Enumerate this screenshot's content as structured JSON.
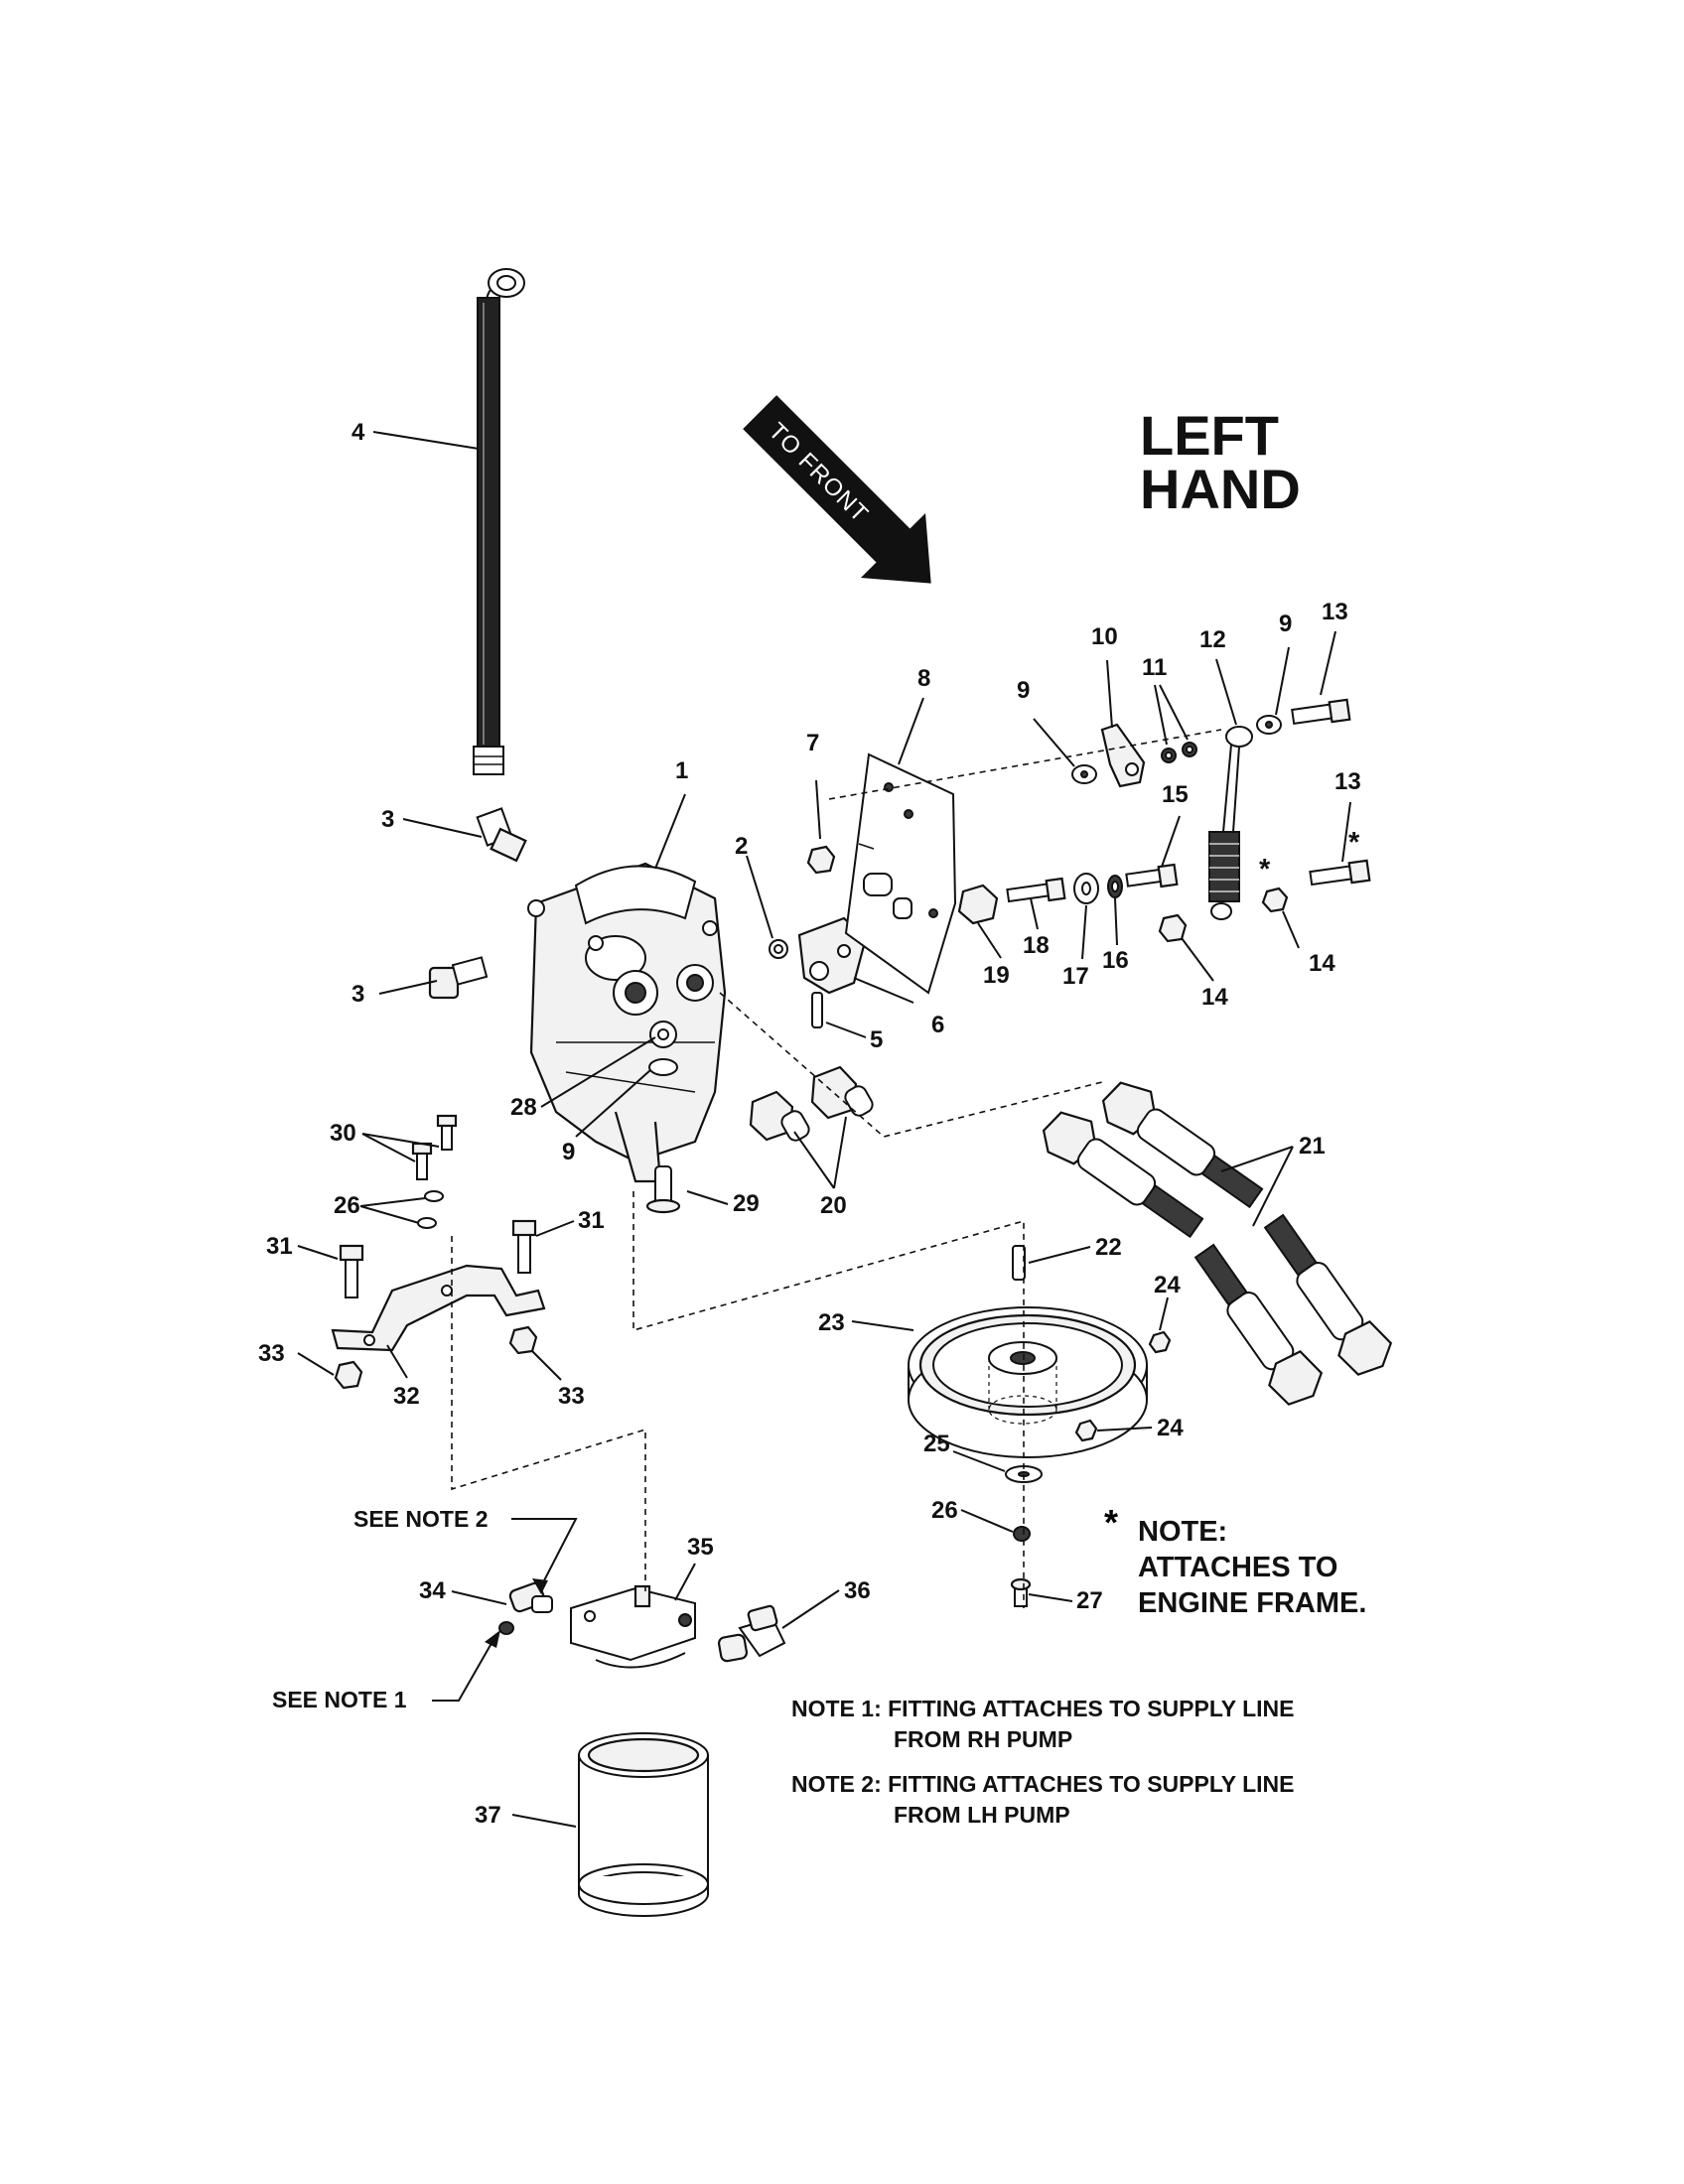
{
  "title": {
    "line1": "LEFT",
    "line2": "HAND"
  },
  "direction_arrow": {
    "label": "TO FRONT"
  },
  "callouts": [
    {
      "id": "c1",
      "text": "1"
    },
    {
      "id": "c2",
      "text": "2"
    },
    {
      "id": "c3a",
      "text": "3"
    },
    {
      "id": "c3b",
      "text": "3"
    },
    {
      "id": "c4",
      "text": "4"
    },
    {
      "id": "c5",
      "text": "5"
    },
    {
      "id": "c6",
      "text": "6"
    },
    {
      "id": "c7",
      "text": "7"
    },
    {
      "id": "c8",
      "text": "8"
    },
    {
      "id": "c9a",
      "text": "9"
    },
    {
      "id": "c9b",
      "text": "9"
    },
    {
      "id": "c9c",
      "text": "9"
    },
    {
      "id": "c10",
      "text": "10"
    },
    {
      "id": "c11",
      "text": "11"
    },
    {
      "id": "c12",
      "text": "12"
    },
    {
      "id": "c13a",
      "text": "13"
    },
    {
      "id": "c13b",
      "text": "13"
    },
    {
      "id": "c14a",
      "text": "14"
    },
    {
      "id": "c14b",
      "text": "14"
    },
    {
      "id": "c15",
      "text": "15"
    },
    {
      "id": "c16",
      "text": "16"
    },
    {
      "id": "c17",
      "text": "17"
    },
    {
      "id": "c18",
      "text": "18"
    },
    {
      "id": "c19",
      "text": "19"
    },
    {
      "id": "c20",
      "text": "20"
    },
    {
      "id": "c21",
      "text": "21"
    },
    {
      "id": "c22",
      "text": "22"
    },
    {
      "id": "c23",
      "text": "23"
    },
    {
      "id": "c24a",
      "text": "24"
    },
    {
      "id": "c24b",
      "text": "24"
    },
    {
      "id": "c25",
      "text": "25"
    },
    {
      "id": "c26a",
      "text": "26"
    },
    {
      "id": "c26b",
      "text": "26"
    },
    {
      "id": "c27",
      "text": "27"
    },
    {
      "id": "c28",
      "text": "28"
    },
    {
      "id": "c29",
      "text": "29"
    },
    {
      "id": "c30",
      "text": "30"
    },
    {
      "id": "c31a",
      "text": "31"
    },
    {
      "id": "c31b",
      "text": "31"
    },
    {
      "id": "c32",
      "text": "32"
    },
    {
      "id": "c33a",
      "text": "33"
    },
    {
      "id": "c33b",
      "text": "33"
    },
    {
      "id": "c34",
      "text": "34"
    },
    {
      "id": "c35",
      "text": "35"
    },
    {
      "id": "c36",
      "text": "36"
    },
    {
      "id": "c37",
      "text": "37"
    }
  ],
  "asterisks": [
    "*",
    "*"
  ],
  "see_notes": {
    "note2_ref": "SEE NOTE 2",
    "note1_ref": "SEE NOTE 1"
  },
  "star_note": {
    "star": "*",
    "line1": "NOTE:",
    "line2": "ATTACHES TO",
    "line3": "ENGINE FRAME."
  },
  "notes": {
    "note1_line1": "NOTE 1: FITTING ATTACHES TO SUPPLY LINE",
    "note1_line2": "FROM RH PUMP",
    "note2_line1": "NOTE 2: FITTING ATTACHES TO SUPPLY LINE",
    "note2_line2": "FROM LH PUMP"
  }
}
